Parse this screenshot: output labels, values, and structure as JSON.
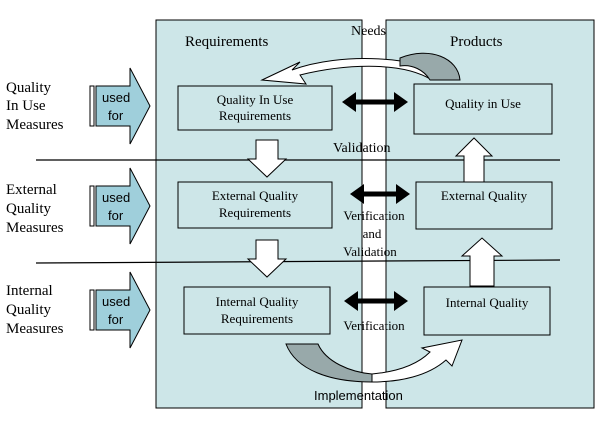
{
  "panels": {
    "requirements": "Requirements",
    "products": "Products"
  },
  "top_arrow_label": "Needs",
  "bottom_arrow_label": "Implementation",
  "measures": [
    {
      "label_line1": "Quality",
      "label_line2": "In Use",
      "label_line3": "Measures",
      "arrow_line1": "used",
      "arrow_line2": "for"
    },
    {
      "label_line1": "External",
      "label_line2": "Quality",
      "label_line3": "Measures",
      "arrow_line1": "used",
      "arrow_line2": "for"
    },
    {
      "label_line1": "Internal",
      "label_line2": "Quality",
      "label_line3": "Measures",
      "arrow_line1": "used",
      "arrow_line2": "for"
    }
  ],
  "requirement_boxes": [
    {
      "line1": "Quality In Use",
      "line2": "Requirements"
    },
    {
      "line1": "External Quality",
      "line2": "Requirements"
    },
    {
      "line1": "Internal Quality",
      "line2": "Requirements"
    }
  ],
  "product_boxes": [
    {
      "line1": "Quality in Use"
    },
    {
      "line1": "External Quality"
    },
    {
      "line1": "Internal Quality"
    }
  ],
  "connector_labels": {
    "validation": "Validation",
    "ver_val_line1": "Verification",
    "ver_val_line2": "and",
    "ver_val_line3": "Validation",
    "verification": "Verification"
  },
  "colors": {
    "panel_fill": "#cde6e8",
    "dark_arrow_fill": "#98a9aa",
    "used_for_fill": "#9fcfdb"
  }
}
